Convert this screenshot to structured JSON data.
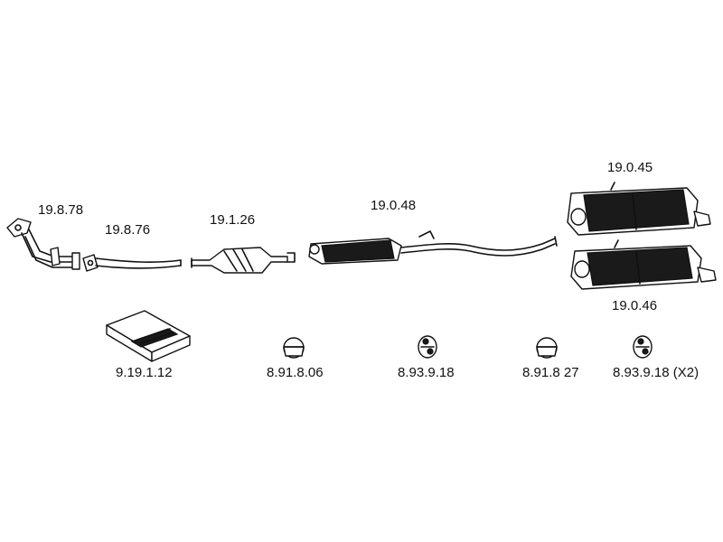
{
  "parts": {
    "front_pipe": "19.8.78",
    "flex_pipe": "19.8.76",
    "catalytic_converter": "19.1.26",
    "center_silencer": "19.0.48",
    "rear_silencer_upper": "19.0.45",
    "rear_silencer_lower": "19.0.46"
  },
  "accessories": {
    "fitting_kit": "9.19.1.12",
    "clamp_1": "8.91.8.06",
    "rubber_mount_1": "8.93.9.18",
    "clamp_2": "8.91.8 27",
    "rubber_mount_2": "8.93.9.18 (X2)"
  }
}
